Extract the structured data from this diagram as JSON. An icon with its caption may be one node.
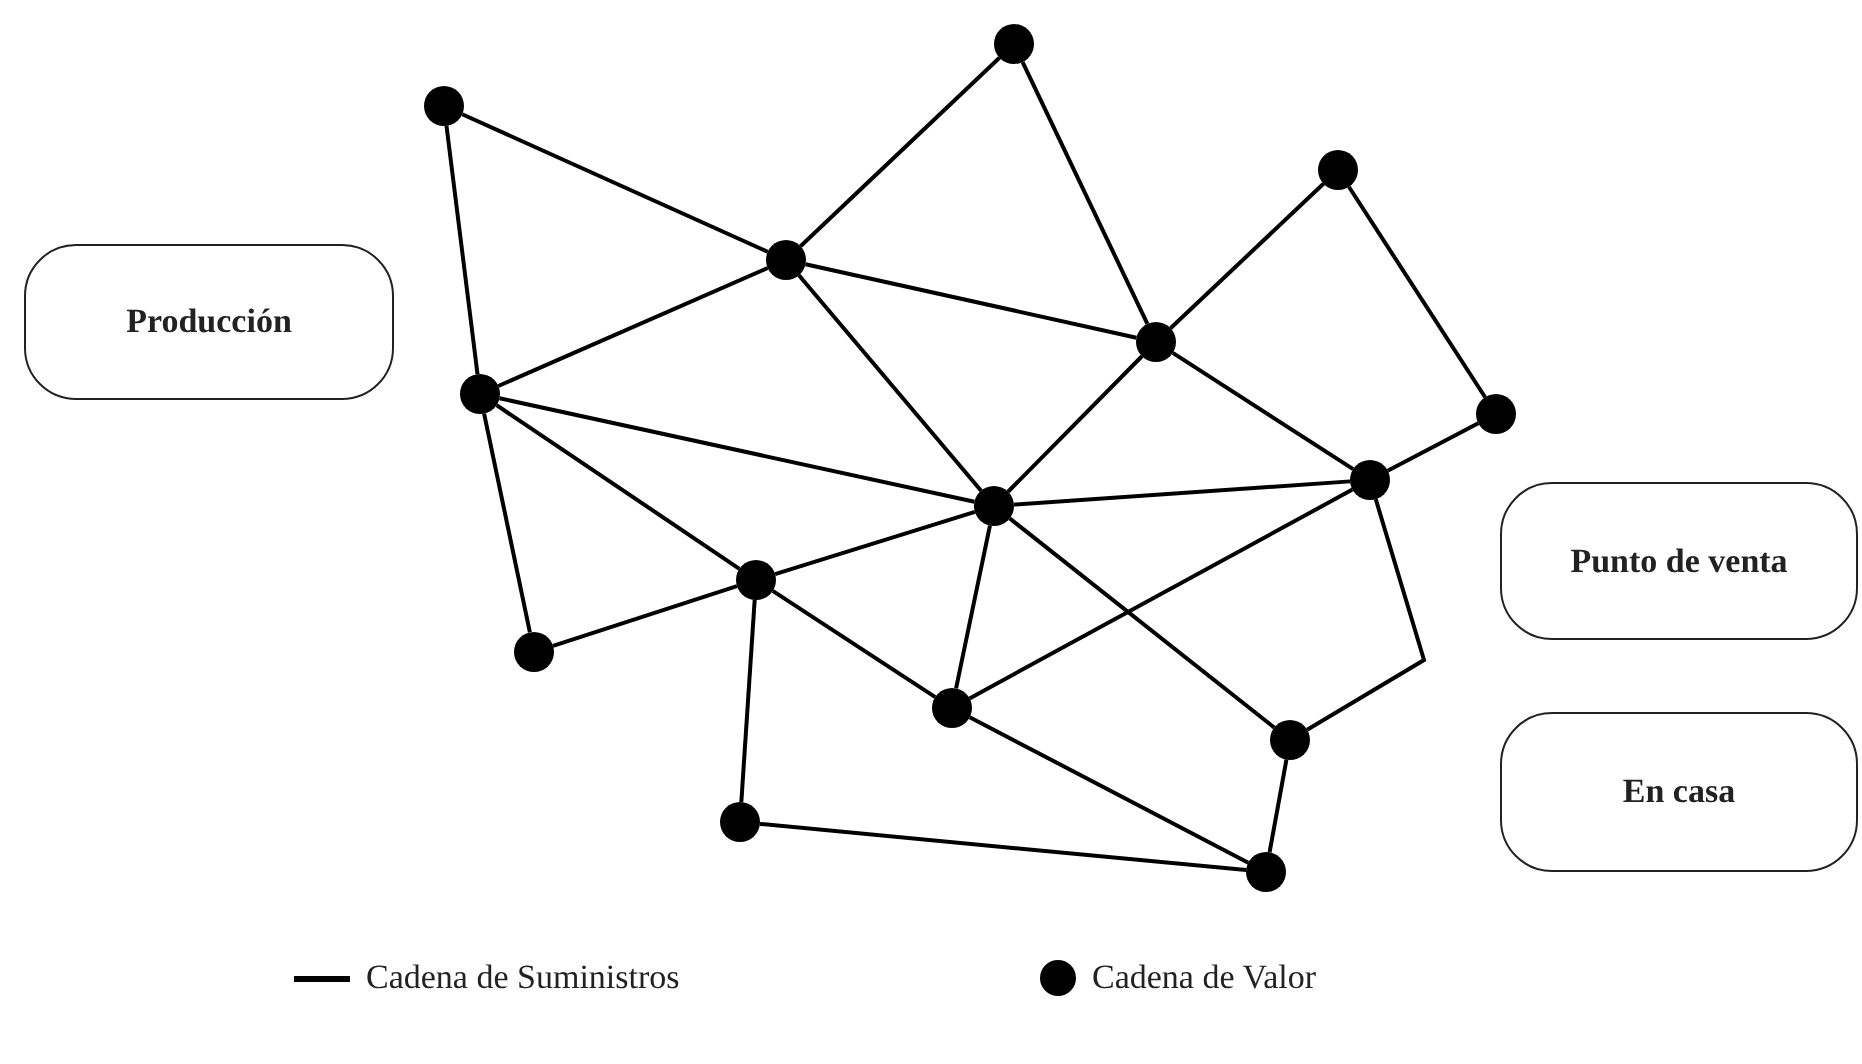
{
  "diagram": {
    "nodes": [
      {
        "text": [
          "Producción"
        ]
      },
      {
        "text": [
          "Punto de venta"
        ]
      },
      {
        "text": [
          "En casa"
        ]
      },
      {
        "text": [],
        "shape": "circle"
      },
      {
        "text": [],
        "shape": "circle"
      },
      {
        "text": [],
        "shape": "circle"
      },
      {
        "text": [],
        "shape": "circle"
      },
      {
        "text": [],
        "shape": "circle"
      },
      {
        "text": [],
        "shape": "circle"
      },
      {
        "text": [],
        "shape": "circle"
      },
      {
        "text": [],
        "shape": "circle"
      },
      {
        "text": [],
        "shape": "circle"
      },
      {
        "text": [],
        "shape": "circle"
      },
      {
        "text": [],
        "shape": "circle"
      },
      {
        "text": [],
        "shape": "circle"
      },
      {
        "text": [],
        "shape": "circle"
      },
      {
        "text": [],
        "shape": "circle"
      },
      {
        "text": [],
        "shape": "circle"
      }
    ],
    "edges": [
      {
        "from": 4,
        "to": 6,
        "arrow": "none"
      },
      {
        "from": 4,
        "to": 8,
        "arrow": "none"
      },
      {
        "from": 3,
        "to": 6,
        "arrow": "none"
      },
      {
        "from": 3,
        "to": 7,
        "arrow": "none"
      },
      {
        "from": 6,
        "to": 7,
        "arrow": "none"
      },
      {
        "from": 6,
        "to": 8,
        "arrow": "none"
      },
      {
        "from": 6,
        "to": 11,
        "arrow": "none"
      },
      {
        "from": 5,
        "to": 7,
        "arrow": "none"
      },
      {
        "from": 5,
        "to": 9,
        "arrow": "none"
      },
      {
        "from": 7,
        "to": 11,
        "arrow": "none"
      },
      {
        "from": 7,
        "to": 10,
        "arrow": "none"
      },
      {
        "from": 9,
        "to": 10,
        "arrow": "none"
      },
      {
        "from": 8,
        "to": 11,
        "arrow": "none"
      },
      {
        "from": 8,
        "to": 12,
        "arrow": "none"
      },
      {
        "from": 8,
        "to": 13,
        "arrow": "none"
      },
      {
        "from": 11,
        "to": 10,
        "arrow": "none"
      },
      {
        "from": 11,
        "to": 12,
        "arrow": "none"
      },
      {
        "from": 11,
        "to": 14,
        "arrow": "none"
      },
      {
        "from": 11,
        "to": 15,
        "arrow": "none"
      },
      {
        "from": 13,
        "to": 12,
        "arrow": "none"
      },
      {
        "from": 12,
        "to": 14,
        "arrow": "none"
      },
      {
        "from": 12,
        "to": 16,
        "arrow": "none"
      },
      {
        "from": 14,
        "to": 10,
        "arrow": "none"
      },
      {
        "from": 14,
        "to": 17,
        "arrow": "none"
      },
      {
        "from": 10,
        "to": 15,
        "arrow": "none"
      },
      {
        "from": 15,
        "to": 17,
        "arrow": "none"
      },
      {
        "from": 16,
        "to": 17,
        "arrow": "none"
      }
    ],
    "legend": [
      {
        "text": "Cadena de Suministros"
      },
      {
        "text": "Cadena de Valor"
      }
    ]
  }
}
